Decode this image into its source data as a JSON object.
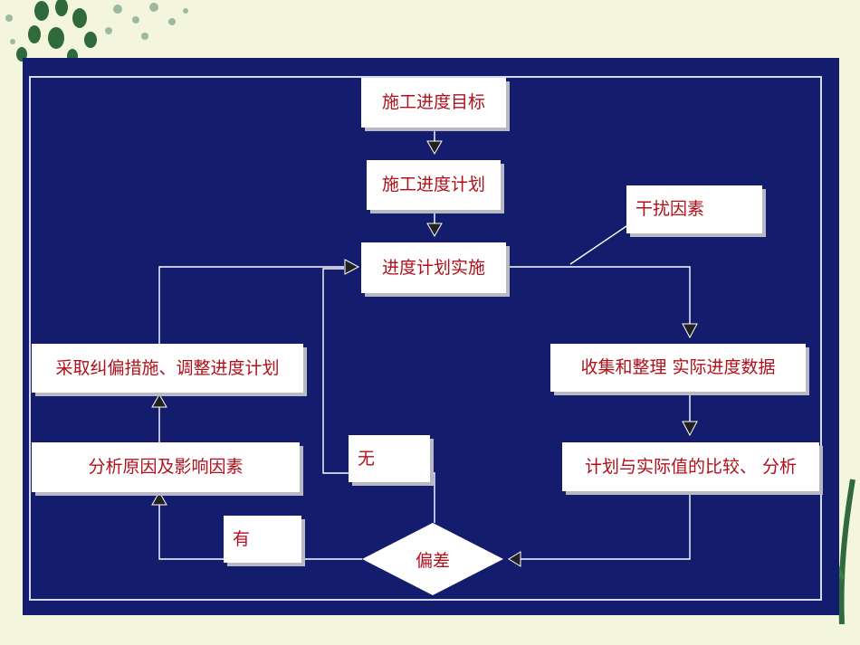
{
  "diagram": {
    "nodes": {
      "goal": "施工进度目标",
      "plan": "施工进度计划",
      "implement": "进度计划实施",
      "interference": "干扰因素",
      "collect": "收集和整理 实际进度数据",
      "compare": "计划与实际值的比较、 分析",
      "deviation": "偏差",
      "analyze": "分析原因及影响因素",
      "adjust": "采取纠偏措施、调整进度计划",
      "yes_label": "有",
      "no_label": "无"
    }
  },
  "colors": {
    "panel_background": "#141c6e",
    "box_background": "#ffffff",
    "box_text": "#b0101a",
    "connector": "#ffffff"
  }
}
